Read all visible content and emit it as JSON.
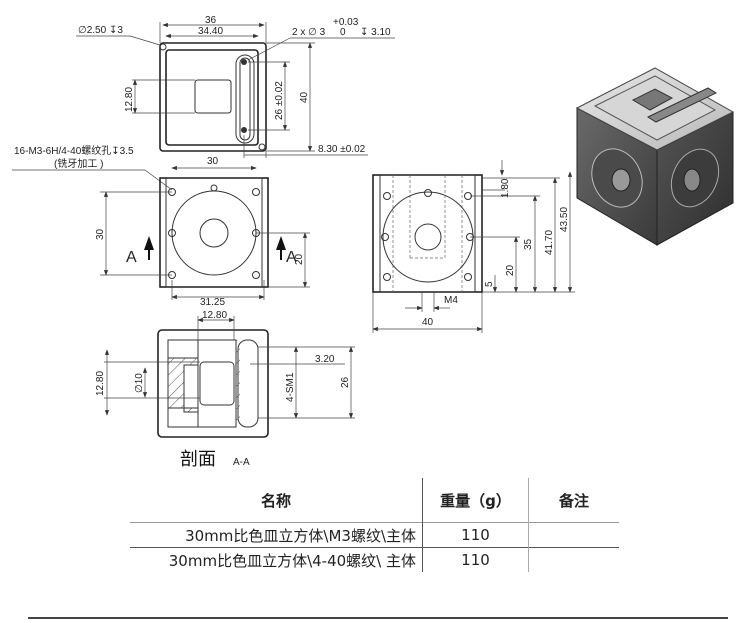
{
  "top_view": {
    "dim_width_outer": "36",
    "dim_width_inner": "34.40",
    "hole_note": "∅2.50 ↧3",
    "pin_note": "2 x ∅ 3",
    "pin_tol_upper": "+0.03",
    "pin_tol_lower": "0",
    "pin_depth": "↧ 3.10",
    "dim_pocket": "12.80",
    "dim_slot_pitch": "26 ±0.02",
    "dim_height": "40",
    "dim_slot_offset": "8.30 ±0.02",
    "thread_note": "16-M3-6H/4-40螺纹孔↧3.5",
    "thread_note_sub": "(铣牙加工 )"
  },
  "front_view": {
    "dim_top": "30",
    "dim_left": "30",
    "dim_right": "20",
    "dim_bottom": "31.25",
    "section_mark_left": "A",
    "section_mark_right": "A"
  },
  "side_view": {
    "dim_1_80": "1.80",
    "dim_35": "35",
    "dim_41_70": "41.70",
    "dim_43_50": "43.50",
    "dim_20": "20",
    "dim_5": "5",
    "dim_m4": "M4",
    "dim_width": "40"
  },
  "section_view": {
    "dim_top": "12.80",
    "dim_left": "12.80",
    "dim_bore": "∅10",
    "dim_320": "3.20",
    "dim_sm1": "4-SM1",
    "dim_26": "26",
    "title": "剖面",
    "title_sub": "A-A"
  },
  "table": {
    "headers": [
      "名称",
      "重量（g）",
      "备注"
    ],
    "rows": [
      [
        "30mm比色皿立方体\\M3螺纹\\主体",
        "110",
        ""
      ],
      [
        "30mm比色皿立方体\\4-40螺纹\\ 主体",
        "110",
        ""
      ]
    ]
  }
}
